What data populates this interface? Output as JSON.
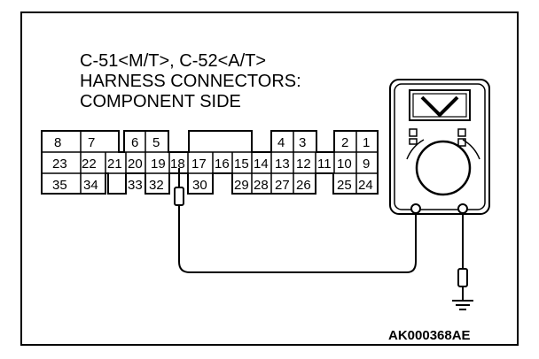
{
  "title": {
    "line1": "C-51<M/T>, C-52<A/T>",
    "line2": "HARNESS CONNECTORS:",
    "line3": "COMPONENT SIDE"
  },
  "connector": {
    "pins_row1": [
      "8",
      "7",
      "6",
      "5",
      "4",
      "3",
      "2",
      "1"
    ],
    "pins_row2": [
      "23",
      "22",
      "21",
      "20",
      "19",
      "18",
      "17",
      "16",
      "15",
      "14",
      "13",
      "12",
      "11",
      "10",
      "9"
    ],
    "pins_row3": [
      "35",
      "34",
      "33",
      "32",
      "30",
      "29",
      "28",
      "27",
      "26",
      "25",
      "24"
    ],
    "probe_pin": "18"
  },
  "meter": {
    "display_symbol": "V"
  },
  "figure_code": "AK000368AE"
}
